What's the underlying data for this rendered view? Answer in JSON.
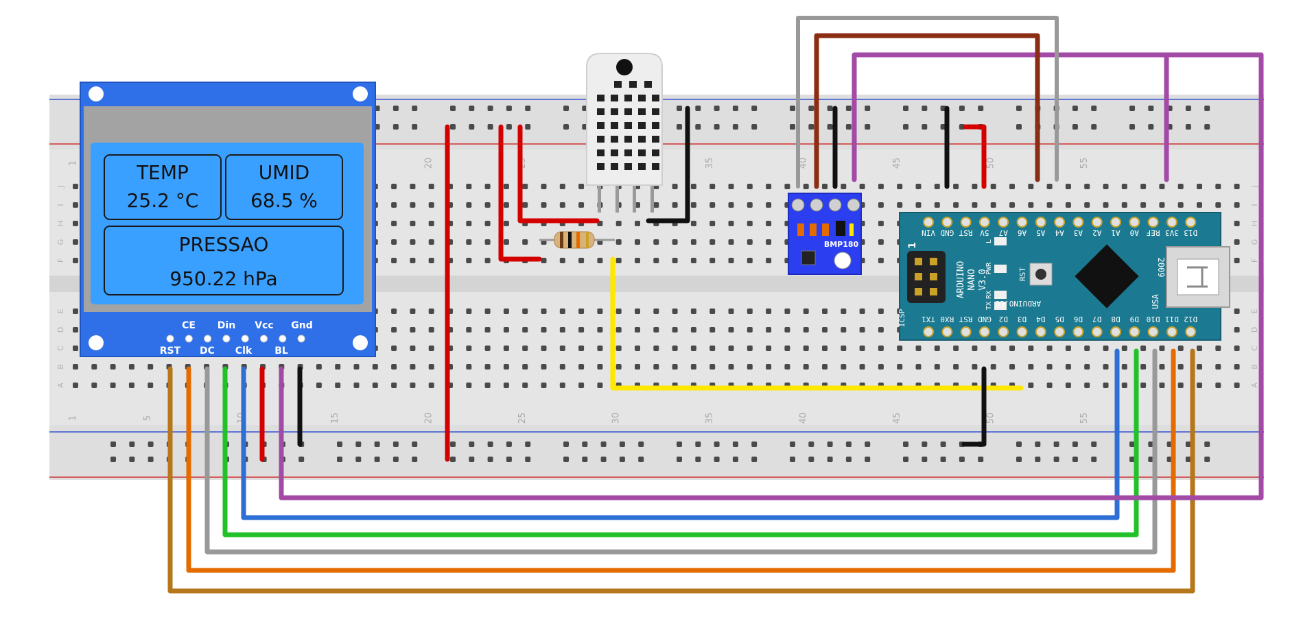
{
  "lcd": {
    "temp_label": "TEMP",
    "temp_value": "25.2 °C",
    "umid_label": "UMID",
    "umid_value": "68.5 %",
    "pressao_label": "PRESSAO",
    "pressao_value": "950.22  hPa",
    "pins_top": [
      "CE",
      "Din",
      "Vcc",
      "Gnd"
    ],
    "pins_bottom": [
      "RST",
      "DC",
      "Clk",
      "BL"
    ]
  },
  "bmp180": {
    "label": "BMP180"
  },
  "arduino": {
    "name_lines": [
      "ARDUINO",
      "NANO",
      "V3.0"
    ],
    "site": "ARDUINO.CC",
    "year": "2009",
    "usa": "USA",
    "icsp": "ICSP",
    "icsp_one": "1",
    "rst_btn": "RST",
    "led_labels": [
      "L",
      "PWR",
      "RX",
      "TX"
    ],
    "top_pins": [
      "D13",
      "3V3",
      "REF",
      "A0",
      "A1",
      "A2",
      "A3",
      "A4",
      "A5",
      "A6",
      "A7",
      "5V",
      "RST",
      "GND",
      "VIN"
    ],
    "bottom_pins": [
      "D12",
      "D11",
      "D10",
      "D9",
      "D8",
      "D7",
      "D6",
      "D5",
      "D4",
      "D3",
      "D2",
      "GND",
      "RST",
      "RX0",
      "TX1"
    ]
  },
  "breadboard": {
    "row_letters_top": [
      "J",
      "I",
      "H",
      "G",
      "F"
    ],
    "row_letters_bottom": [
      "E",
      "D",
      "C",
      "B",
      "A"
    ],
    "column_numbers": [
      "1",
      "5",
      "10",
      "15",
      "20",
      "25",
      "30",
      "35",
      "40",
      "45",
      "50",
      "55"
    ]
  },
  "colors": {
    "board": "#e6e6e6",
    "lcd_board": "#2f6fe8",
    "lcd_screen": "#3aa0ff",
    "arduino": "#1b7a92",
    "bmp_board": "#2b3ff0",
    "wire_red": "#d40000",
    "wire_black": "#111111",
    "wire_yellow": "#ffe800",
    "wire_purple": "#a24aa6",
    "wire_brown": "#8a2d12",
    "wire_gray": "#999999",
    "wire_blue": "#2e6fd6",
    "wire_green": "#22c12a",
    "wire_orange": "#e36b00",
    "wire_gold": "#b5761c"
  }
}
